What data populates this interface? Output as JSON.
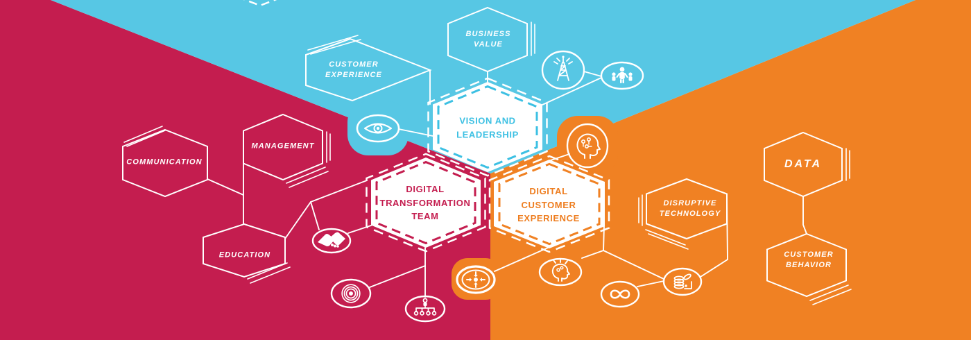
{
  "palette": {
    "sky": "#57C7E4",
    "crimson": "#C41D4F",
    "orange": "#F08123",
    "white": "#FFFFFF",
    "vision_accent": "#3CC0E3"
  },
  "nodes": {
    "vision_leadership": {
      "label": "VISION AND LEADERSHIP",
      "type": "primary",
      "region": "sky"
    },
    "digital_transformation_team": {
      "label": "DIGITAL TRANSFORMATION TEAM",
      "type": "primary",
      "region": "crimson"
    },
    "digital_customer_experience": {
      "label": "DIGITAL CUSTOMER EXPERIENCE",
      "type": "primary",
      "region": "orange"
    },
    "business_value": {
      "label": "BUSINESS VALUE"
    },
    "customer_experience": {
      "label": "CUSTOMER EXPERIENCE"
    },
    "communication": {
      "label": "COMMUNICATION"
    },
    "management": {
      "label": "MANAGEMENT"
    },
    "education": {
      "label": "EDUCATION"
    },
    "data": {
      "label": "DATA"
    },
    "disruptive_technology": {
      "label": "DISRUPTIVE TECHNOLOGY"
    },
    "customer_behavior": {
      "label": "CUSTOMER BEHAVIOR"
    }
  },
  "icons": [
    {
      "name": "eye-icon"
    },
    {
      "name": "antenna-icon"
    },
    {
      "name": "family-icon"
    },
    {
      "name": "head-circuit-icon"
    },
    {
      "name": "handshake-icon"
    },
    {
      "name": "target-icon"
    },
    {
      "name": "org-chart-icon"
    },
    {
      "name": "converge-arrows-icon"
    },
    {
      "name": "idea-head-icon"
    },
    {
      "name": "infinity-icon"
    },
    {
      "name": "coins-icon"
    }
  ]
}
